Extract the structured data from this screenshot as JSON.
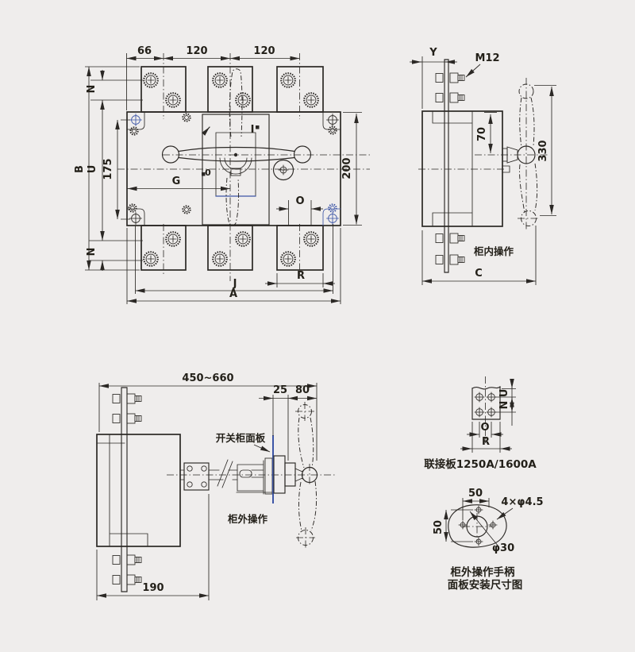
{
  "colors": {
    "background": "#efedec",
    "line": "#2b2825",
    "accent_blue": "#3c55a6"
  },
  "front_view": {
    "d66": "66",
    "d120a": "120",
    "d120b": "120",
    "dB": "B",
    "dU": "U",
    "dN_top": "N",
    "d175": "175",
    "dG": "G",
    "d200": "200",
    "dO": "O",
    "dN_bottom": "N",
    "dR": "R",
    "dJ": "J",
    "dA": "A",
    "mark_on": "I",
    "mark_off": "0"
  },
  "side_view": {
    "dY": "Y",
    "thread": "M12",
    "d70": "70",
    "d330": "330",
    "inside_label": "柜内操作",
    "dC": "C"
  },
  "external_view": {
    "d_depth": "450~660",
    "d25": "25",
    "d80": "80",
    "panel_label": "开关柜面板",
    "outside_label": "柜外操作",
    "d190": "190"
  },
  "link_plate": {
    "dU": "U",
    "dN": "N",
    "dO": "O",
    "dR": "R",
    "caption": "联接板1250A/1600A"
  },
  "handle_plate": {
    "d50h": "50",
    "d50v": "50",
    "holes_label": "4×φ4.5",
    "center_label": "φ30",
    "caption1": "柜外操作手柄",
    "caption2": "面板安装尺寸图"
  }
}
